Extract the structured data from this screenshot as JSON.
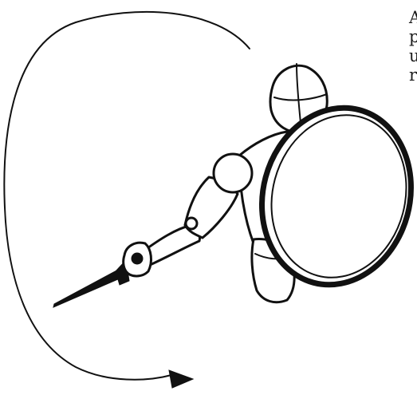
{
  "text_fragments": [
    "A",
    "p",
    "u",
    "r"
  ]
}
